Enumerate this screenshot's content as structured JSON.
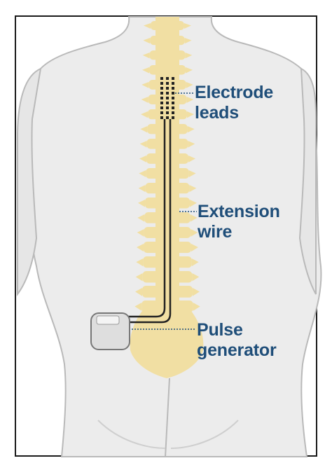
{
  "labels": {
    "electrode_leads": [
      "Electrode",
      "leads"
    ],
    "extension_wire": [
      "Extension",
      "wire"
    ],
    "pulse_generator": [
      "Pulse",
      "generator"
    ]
  },
  "colors": {
    "label_text": "#1f4e79",
    "skin": "#ececec",
    "skin_outline": "#b9b9b9",
    "spine": "#f1dfa3",
    "wire": "#222222",
    "device": "#dedede"
  }
}
